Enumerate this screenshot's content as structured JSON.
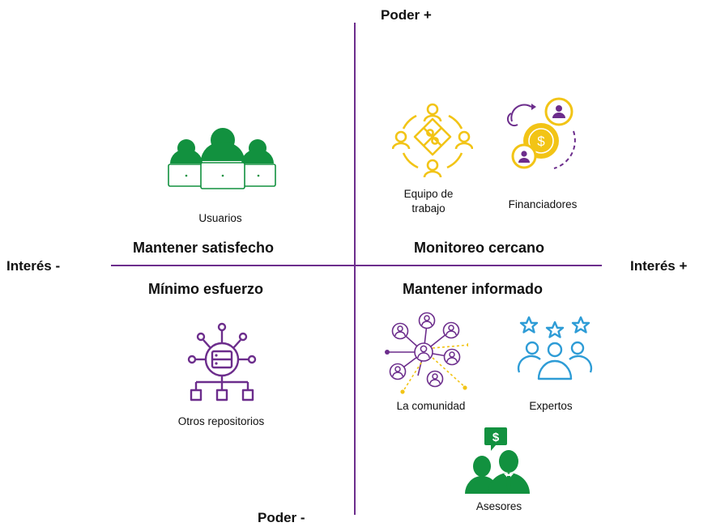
{
  "axes": {
    "top": "Poder +",
    "bottom": "Poder -",
    "left": "Interés -",
    "right": "Interés +"
  },
  "quadrants": {
    "top_left": "Mantener satisfecho",
    "top_right": "Monitoreo cercano",
    "bottom_left": "Mínimo esfuerzo",
    "bottom_right": "Mantener informado"
  },
  "stakeholders": {
    "usuarios": "Usuarios",
    "equipo_line1": "Equipo de",
    "equipo_line2": "trabajo",
    "financiadores": "Financiadores",
    "comunidad": "La comunidad",
    "expertos": "Expertos",
    "otros": "Otros repositorios",
    "asesores": "Asesores",
    "asesores_badge": "$",
    "financiadores_badge": "$"
  },
  "colors": {
    "axis": "#6c2d8c",
    "green": "#12913f",
    "yellow": "#f2c416",
    "purple": "#6c2d8c",
    "blue": "#2e9cd6"
  }
}
